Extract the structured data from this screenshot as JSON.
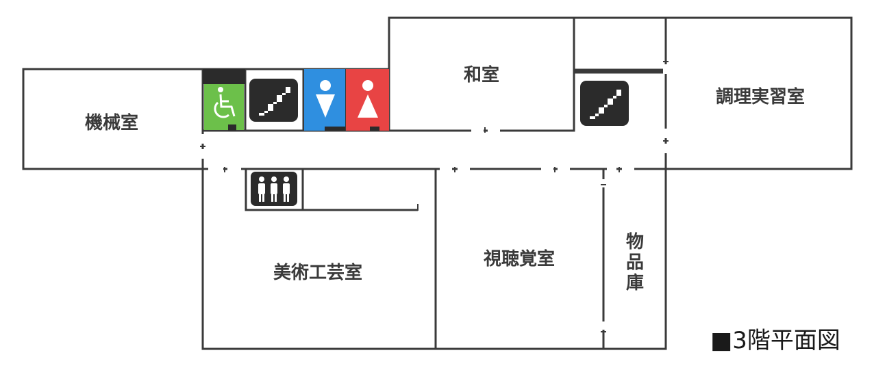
{
  "floor_title": "■3階平面図",
  "rooms": {
    "machine_room": "機械室",
    "japanese_room": "和室",
    "cooking_room": "調理実習室",
    "art_craft_room": "美術工芸室",
    "av_room": "視聴覚室",
    "storage": [
      "物",
      "品",
      "庫"
    ]
  },
  "icons": {
    "accessible_toilet": "wheelchair-icon",
    "stairs": "stairs-icon",
    "mens_toilet": "male-icon",
    "womens_toilet": "female-icon",
    "elevator": "elevator-icon"
  },
  "colors": {
    "wall": "#3a3a3a",
    "accessible": "#6cc04a",
    "mens": "#2f8fe0",
    "womens": "#e84444",
    "icon_dark": "#2b2b2b"
  }
}
